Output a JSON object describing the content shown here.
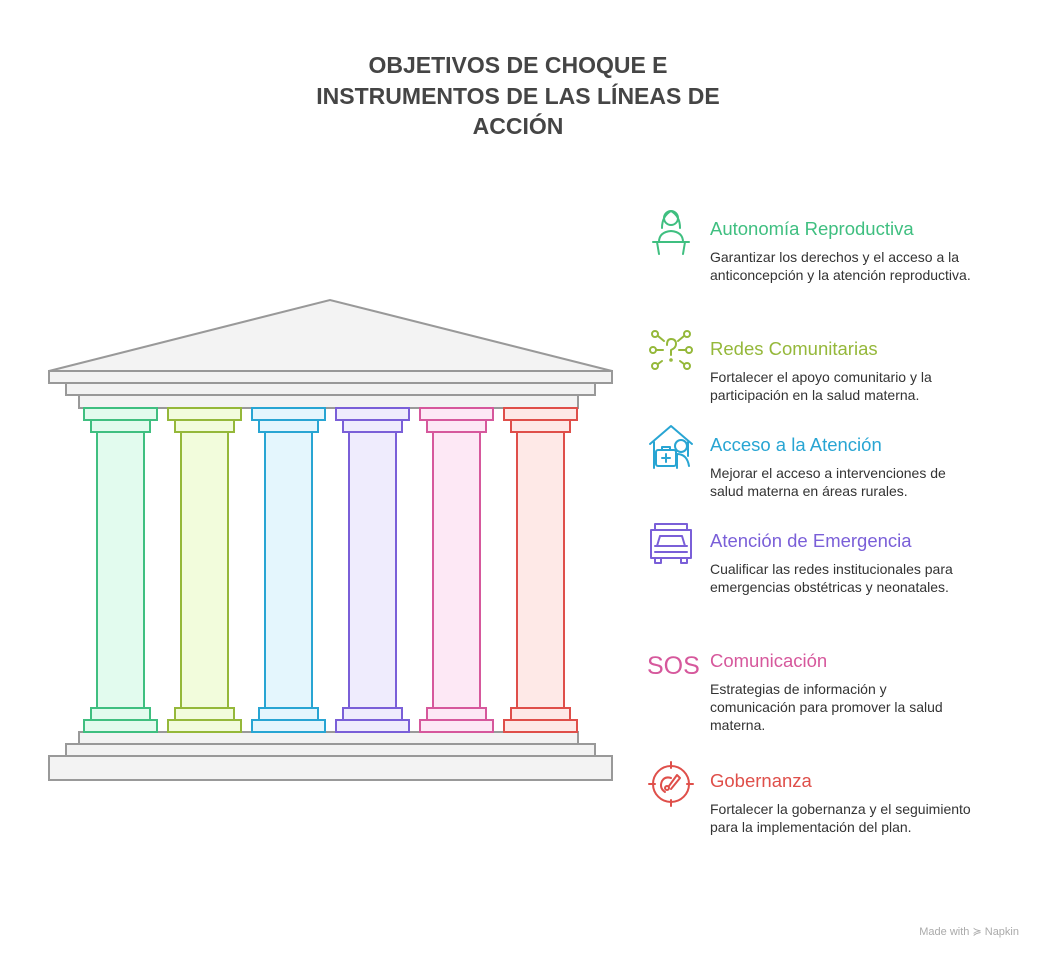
{
  "title_lines": [
    "OBJETIVOS DE CHOQUE E",
    "INSTRUMENTOS DE LAS LÍNEAS DE",
    "ACCIÓN"
  ],
  "items": [
    {
      "title": "Autonomía Reproductiva",
      "description": "Garantizar los derechos y el acceso a la anticoncepción y la atención reproductiva.",
      "color": "#3fbf80",
      "fill": "#e2fbee",
      "icon": "person-at-podium-icon"
    },
    {
      "title": "Redes Comunitarias",
      "description": "Fortalecer el apoyo comunitario y la participación en la salud materna.",
      "color": "#95b83a",
      "fill": "#f2fcdc",
      "icon": "network-question-icon"
    },
    {
      "title": "Acceso a la Atención",
      "description": "Mejorar el acceso a intervenciones de salud materna en áreas rurales.",
      "color": "#28a5d3",
      "fill": "#e4f6fd",
      "icon": "house-medical-icon"
    },
    {
      "title": "Atención de Emergencia",
      "description": "Cualificar las redes institucionales para emergencias obstétricas y neonatales.",
      "color": "#7a5fd8",
      "fill": "#efecfd",
      "icon": "ambulance-icon"
    },
    {
      "title": "Comunicación",
      "description": "Estrategias de información y comunicación para promover la salud materna.",
      "color": "#d6589c",
      "fill": "#fde8f5",
      "icon": "sos-icon",
      "icon_text": "SOS"
    },
    {
      "title": "Gobernanza",
      "description": "Fortalecer la gobernanza y el seguimiento para la implementación del plan.",
      "color": "#df4f4a",
      "fill": "#fee9e7",
      "icon": "target-gauge-icon"
    }
  ],
  "footer": {
    "made_with": "Made with",
    "brand": "Napkin"
  }
}
